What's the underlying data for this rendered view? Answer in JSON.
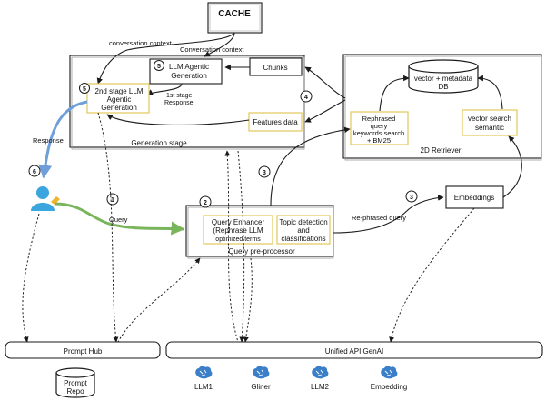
{
  "cache": {
    "label": "CACHE"
  },
  "edges": {
    "conversation_context_left": "conversation context",
    "conversation_context_right": "Conversation context",
    "first_stage_response": [
      "1st stage",
      "Response"
    ],
    "response": "Response",
    "query": "Query",
    "rephrased_query": "Re-phrased query"
  },
  "generation_stage": {
    "label": "Generation stage",
    "llm_agentic": [
      "LLM Agentic",
      "Generation"
    ],
    "second_stage": [
      "2nd stage LLM",
      "Agentic",
      "Generation"
    ],
    "chunks": "Chunks",
    "features": "Features data"
  },
  "retriever": {
    "label": "2D Retriever",
    "db": [
      "vector + metadata",
      "DB"
    ],
    "rephrased": [
      "Rephrased",
      "query",
      "keywords search",
      "+ BM25"
    ],
    "vector_search": [
      "vector search",
      "semantic"
    ]
  },
  "preprocessor": {
    "label": "Query pre-processor",
    "enhancer": [
      "Query Enhancer",
      "(Rephrase LLM",
      "optimized terms"
    ],
    "topic": [
      "Topic detection",
      "and",
      "classifications"
    ]
  },
  "embeddings": {
    "label": "Embeddings"
  },
  "steps": [
    "1",
    "2",
    "3",
    "3",
    "4",
    "5",
    "5",
    "6"
  ],
  "prompt_hub": {
    "label": "Prompt Hub"
  },
  "unified_api": {
    "label": "Unified API GenAI"
  },
  "prompt_repo": {
    "label": [
      "Prompt",
      "Repo"
    ]
  },
  "models": [
    {
      "label": "LLM1",
      "icon": "brain-icon"
    },
    {
      "label": "Gliner",
      "icon": "brain-icon"
    },
    {
      "label": "LLM2",
      "icon": "brain-icon"
    },
    {
      "label": "Embedding",
      "icon": "brain-icon"
    }
  ],
  "colors": {
    "accent_yellow": "#e3c95a",
    "user_blue": "#3aa6dd",
    "query_green": "#7ab55c",
    "response_blue": "#6f9fd8"
  }
}
